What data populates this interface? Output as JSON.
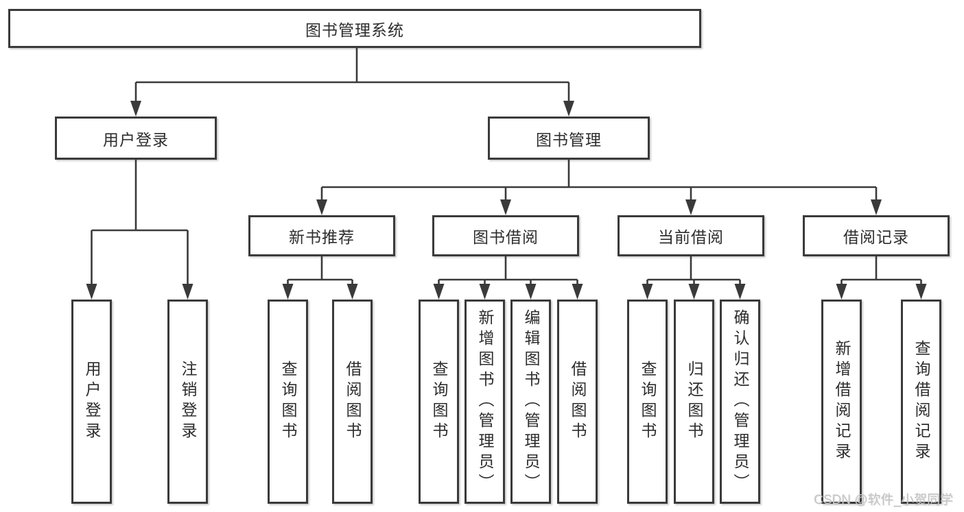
{
  "tree": {
    "root": "图书管理系统",
    "level2": [
      {
        "label": "用户登录",
        "children": [
          "用户登录",
          "注销登录"
        ]
      },
      {
        "label": "图书管理",
        "children": [
          {
            "label": "新书推荐",
            "children": [
              "查询图书",
              "借阅图书"
            ]
          },
          {
            "label": "图书借阅",
            "children": [
              "查询图书",
              "新增图书（管理员）",
              "编辑图书（管理员）",
              "借阅图书"
            ]
          },
          {
            "label": "当前借阅",
            "children": [
              "查询图书",
              "归还图书",
              "确认归还（管理员）"
            ]
          },
          {
            "label": "借阅记录",
            "children": [
              "新增借阅记录",
              "查询借阅记录"
            ]
          }
        ]
      }
    ]
  },
  "watermark": "CSDN @软件_小贺同学",
  "colors": {
    "line": "#3a3a3a",
    "text": "#2d2d2d",
    "box_background": "#ffffff",
    "page_background": "#ffffff",
    "watermark": "#c6c6c6"
  }
}
